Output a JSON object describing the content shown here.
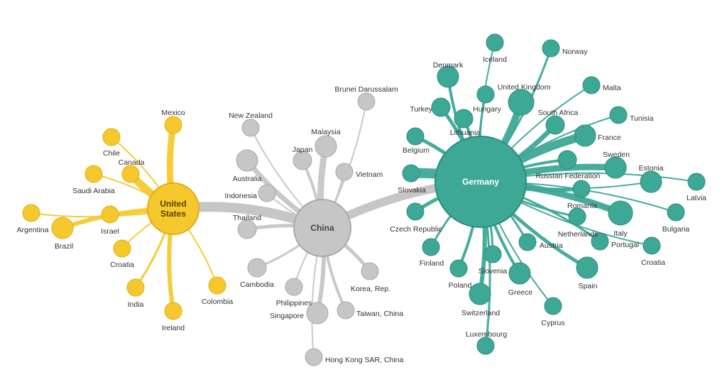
{
  "colors": {
    "us": "#f5c92e",
    "us_stroke": "#e0ad17",
    "china": "#c6c6c6",
    "china_stroke": "#a9a9a9",
    "germany": "#3ea897",
    "germany_stroke": "#2e8b7c",
    "text": "#333333"
  },
  "clusters": [
    {
      "id": "us",
      "hub": "United\nStates",
      "countries": [
        "Mexico",
        "Chile",
        "Canada",
        "Saudi Arabia",
        "Argentina",
        "Brazil",
        "Israel",
        "Croatia",
        "India",
        "Ireland",
        "Colombia"
      ]
    },
    {
      "id": "china",
      "hub": "China",
      "countries": [
        "New Zealand",
        "Brunei Darussalam",
        "Malaysia",
        "Japan",
        "Australia",
        "Vietnam",
        "Indonesia",
        "Thailand",
        "Cambodia",
        "Philippines",
        "Singapore",
        "Hong Kong SAR, China",
        "Korea, Rep.",
        "Taiwan, China"
      ]
    },
    {
      "id": "germany",
      "hub": "Germany",
      "countries": [
        "Iceland",
        "Norway",
        "Denmark",
        "United Kingdom",
        "Malta",
        "Turkey",
        "Hungary",
        "South Africa",
        "Tunisia",
        "Lithuania",
        "France",
        "Belgium",
        "Sweden",
        "Slovakia",
        "Russian Federation",
        "Estonia",
        "Latvia",
        "Romania",
        "Bulgaria",
        "Czech Republic",
        "Italy",
        "Netherlands",
        "Portugal",
        "Croatia",
        "Austria",
        "Finland",
        "Slovenia",
        "Spain",
        "Poland",
        "Greece",
        "Switzerland",
        "Cyprus",
        "Luxembourg"
      ]
    }
  ]
}
